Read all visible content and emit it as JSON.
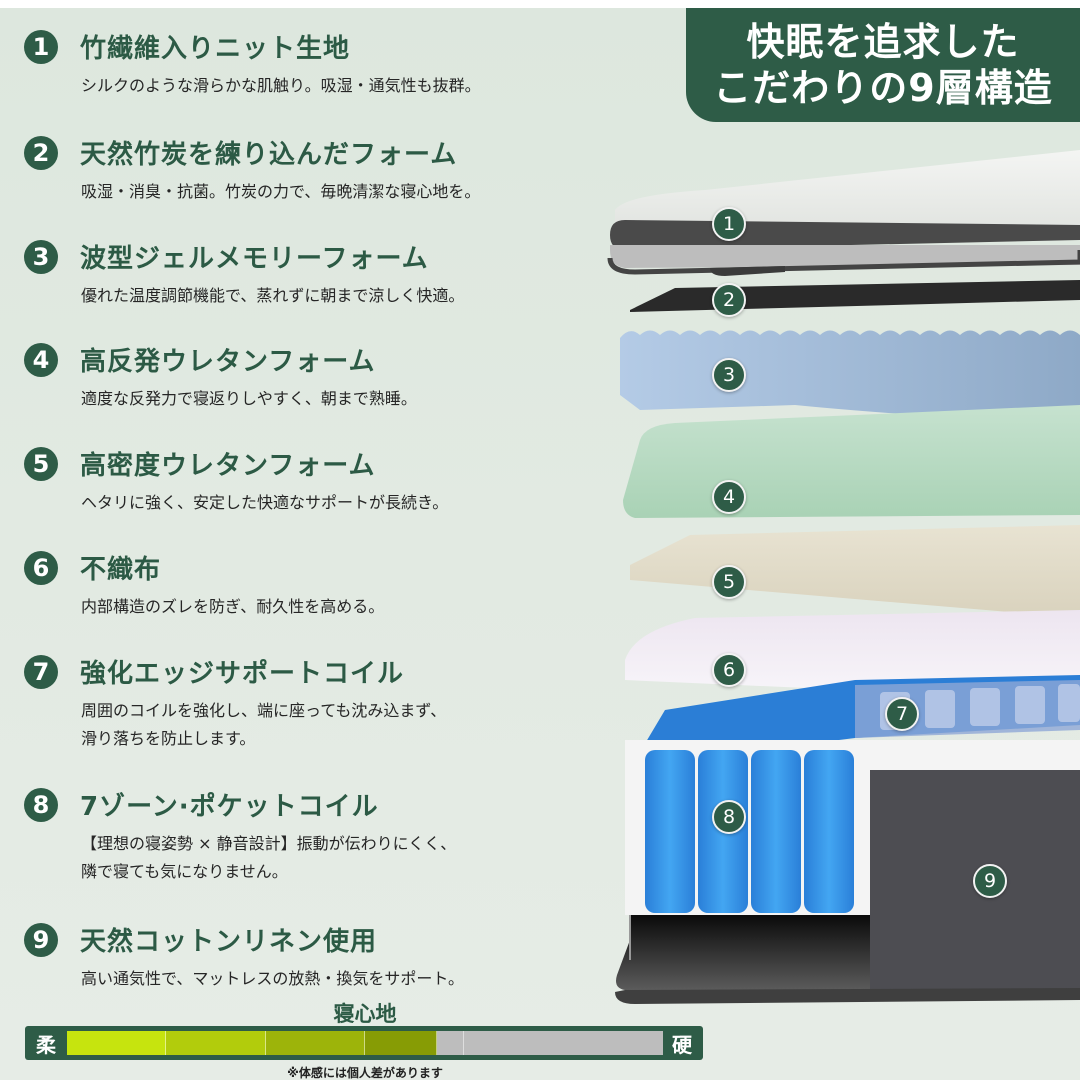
{
  "title": {
    "line1": "快眠を追求した",
    "line2": "こだわりの9層構造"
  },
  "features": [
    {
      "num": "1",
      "title": "竹繊維入りニット生地",
      "desc": [
        "シルクのような滑らかな肌触り。吸湿・通気性も抜群。"
      ]
    },
    {
      "num": "2",
      "title": "天然竹炭を練り込んだフォーム",
      "desc": [
        "吸湿・消臭・抗菌。竹炭の力で、毎晩清潔な寝心地を。"
      ]
    },
    {
      "num": "3",
      "title": "波型ジェルメモリーフォーム",
      "desc": [
        "優れた温度調節機能で、蒸れずに朝まで涼しく快適。"
      ]
    },
    {
      "num": "4",
      "title": "高反発ウレタンフォーム",
      "desc": [
        "適度な反発力で寝返りしやすく、朝まで熟睡。"
      ]
    },
    {
      "num": "5",
      "title": "高密度ウレタンフォーム",
      "desc": [
        "ヘタリに強く、安定した快適なサポートが長続き。"
      ]
    },
    {
      "num": "6",
      "title": "不織布",
      "desc": [
        "内部構造のズレを防ぎ、耐久性を高める。"
      ]
    },
    {
      "num": "7",
      "title": "強化エッジサポートコイル",
      "desc": [
        "周囲のコイルを強化し、端に座っても沈み込まず、",
        "滑り落ちを防止します。"
      ]
    },
    {
      "num": "8",
      "title": "7ゾーン·ポケットコイル",
      "desc": [
        "【理想の寝姿勢 × 静音設計】振動が伝わりにくく、",
        "隣で寝ても気になりません。"
      ]
    },
    {
      "num": "9",
      "title": "天然コットンリネン使用",
      "desc": [
        "高い通気性で、マットレスの放熱・換気をサポート。"
      ]
    }
  ],
  "illustration": {
    "markers": [
      "1",
      "2",
      "3",
      "4",
      "5",
      "6",
      "7",
      "8",
      "9"
    ]
  },
  "firmness": {
    "label": "寝心地",
    "soft_label": "柔",
    "hard_label": "硬",
    "note": "※体感には個人差があります",
    "filled_segments": 4,
    "total_segments": 6,
    "colors": [
      "#c6e40e",
      "#b2cc0c",
      "#9db40a",
      "#879c05"
    ],
    "empty_color": "#bdbdbd"
  },
  "colors": {
    "brand_green": "#2e5c47",
    "background": "#e2eae2"
  }
}
